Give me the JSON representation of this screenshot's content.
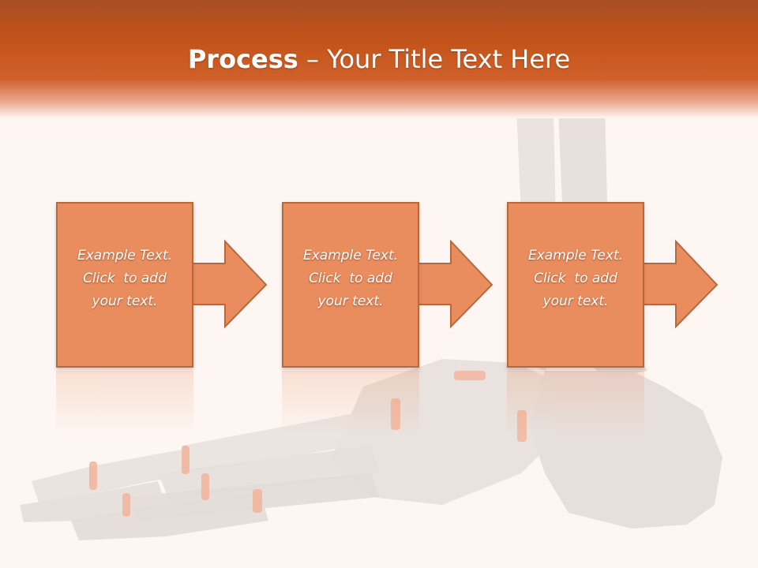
{
  "slide": {
    "title_bold": "Process",
    "title_rest": " – Your Title Text Here"
  },
  "steps": [
    {
      "line1": "Example Text.",
      "line2": "Click  to add",
      "line3": "your text."
    },
    {
      "line1": "Example Text.",
      "line2": "Click  to add",
      "line3": "your text."
    },
    {
      "line1": "Example Text.",
      "line2": "Click  to add",
      "line3": "your text."
    }
  ],
  "colors": {
    "header": "#c4541a",
    "box_fill": "#ea8d5e",
    "box_border": "#b8683f",
    "bone": "#e6dfdb",
    "cartilage": "#f2b39a"
  },
  "illustration": "foot-skeleton"
}
